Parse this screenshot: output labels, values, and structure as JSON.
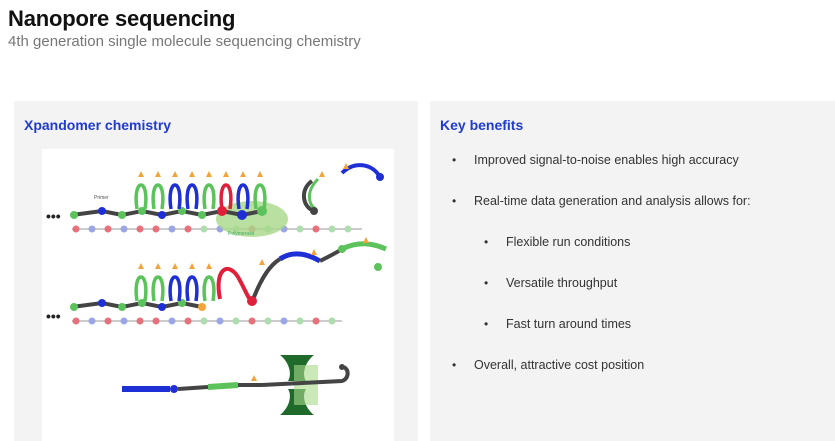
{
  "header": {
    "title": "Nanopore sequencing",
    "subtitle": "4th generation single molecule sequencing chemistry"
  },
  "left_panel": {
    "heading": "Xpandomer chemistry",
    "figure_labels": {
      "primer": "Primer",
      "polymerase": "Polymerase",
      "ellipsis_top": "•••",
      "ellipsis_bottom": "•••"
    }
  },
  "right_panel": {
    "heading": "Key benefits",
    "benefits": [
      "Improved signal-to-noise enables high accuracy",
      "Real-time data generation and analysis allows for:",
      "Flexible run conditions",
      "Versatile throughput",
      "Fast turn around times",
      "Overall, attractive cost position"
    ]
  },
  "colors": {
    "heading_blue": "#1f3bd1",
    "panel_bg": "#f3f3f3",
    "nucleotide_green": "#5cc35c",
    "nucleotide_blue": "#1f2fd6",
    "nucleotide_red": "#e0203a",
    "polymerase_green": "#a8d88a",
    "pore_green": "#1f6a2b"
  }
}
